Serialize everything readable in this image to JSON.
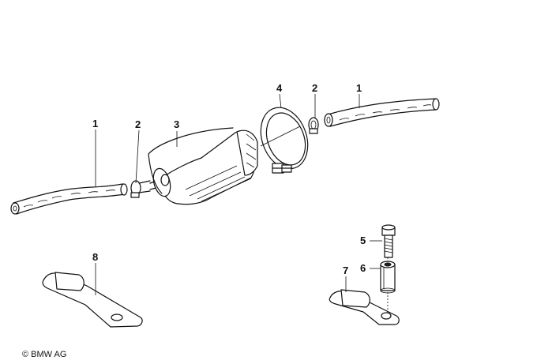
{
  "callouts": {
    "hose_left": "1",
    "clamp_left": "2",
    "filter": "3",
    "bracket_ring": "4",
    "clamp_right": "2",
    "hose_right": "1",
    "bolt": "5",
    "spacer": "6",
    "strap_right": "7",
    "strap_left": "8"
  },
  "copyright": "© BMW AG"
}
